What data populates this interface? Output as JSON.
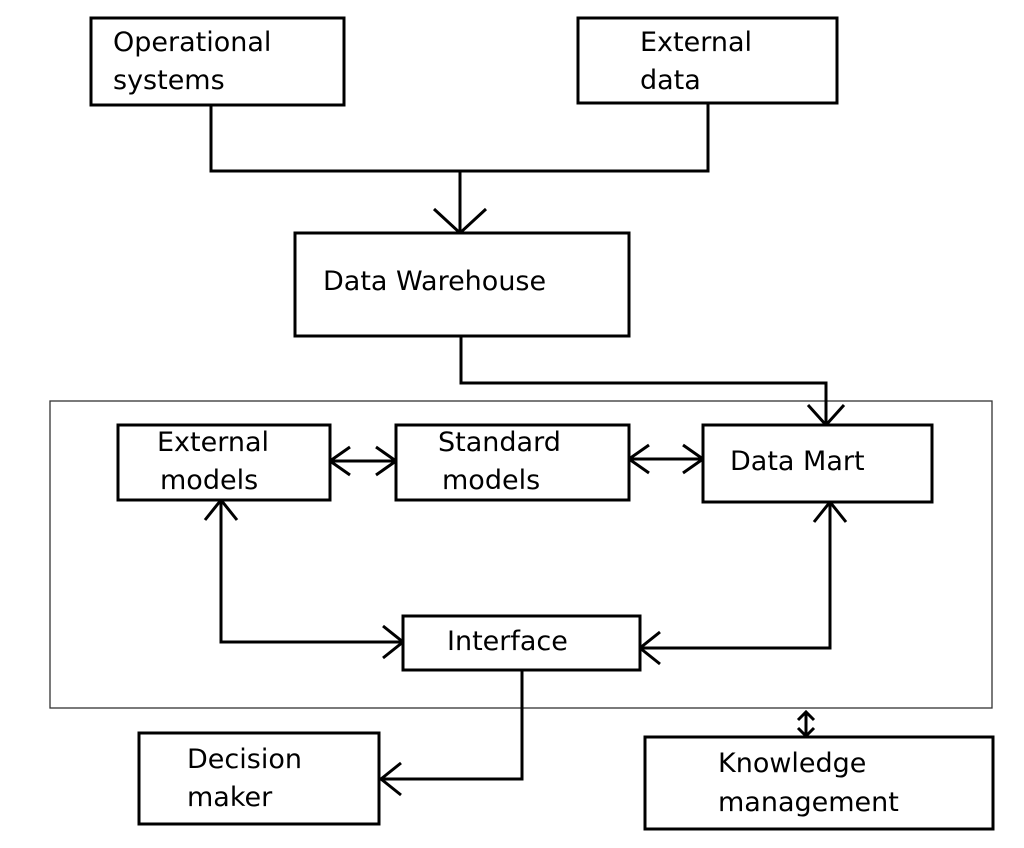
{
  "diagram": {
    "nodes": {
      "operational_systems": {
        "lines": [
          "Operational",
          "systems"
        ]
      },
      "external_data": {
        "lines": [
          "External",
          "data"
        ]
      },
      "data_warehouse": {
        "lines": [
          "Data Warehouse"
        ]
      },
      "external_models": {
        "lines": [
          "External",
          "models"
        ]
      },
      "standard_models": {
        "lines": [
          "Standard",
          "models"
        ]
      },
      "data_mart": {
        "lines": [
          "Data Mart"
        ]
      },
      "interface": {
        "lines": [
          "Interface"
        ]
      },
      "decision_maker": {
        "lines": [
          "Decision",
          "maker"
        ]
      },
      "knowledge_management": {
        "lines": [
          "Knowledge",
          "management"
        ]
      }
    },
    "edges": [
      {
        "from": "operational_systems",
        "to": "data_warehouse",
        "direction": "forward"
      },
      {
        "from": "external_data",
        "to": "data_warehouse",
        "direction": "forward"
      },
      {
        "from": "data_warehouse",
        "to": "data_mart",
        "direction": "forward"
      },
      {
        "from": "external_models",
        "to": "standard_models",
        "direction": "both"
      },
      {
        "from": "standard_models",
        "to": "data_mart",
        "direction": "both"
      },
      {
        "from": "external_models",
        "to": "interface",
        "direction": "both"
      },
      {
        "from": "data_mart",
        "to": "interface",
        "direction": "both"
      },
      {
        "from": "interface",
        "to": "decision_maker",
        "direction": "forward"
      },
      {
        "from": "system_boundary",
        "to": "knowledge_management",
        "direction": "both"
      }
    ]
  }
}
